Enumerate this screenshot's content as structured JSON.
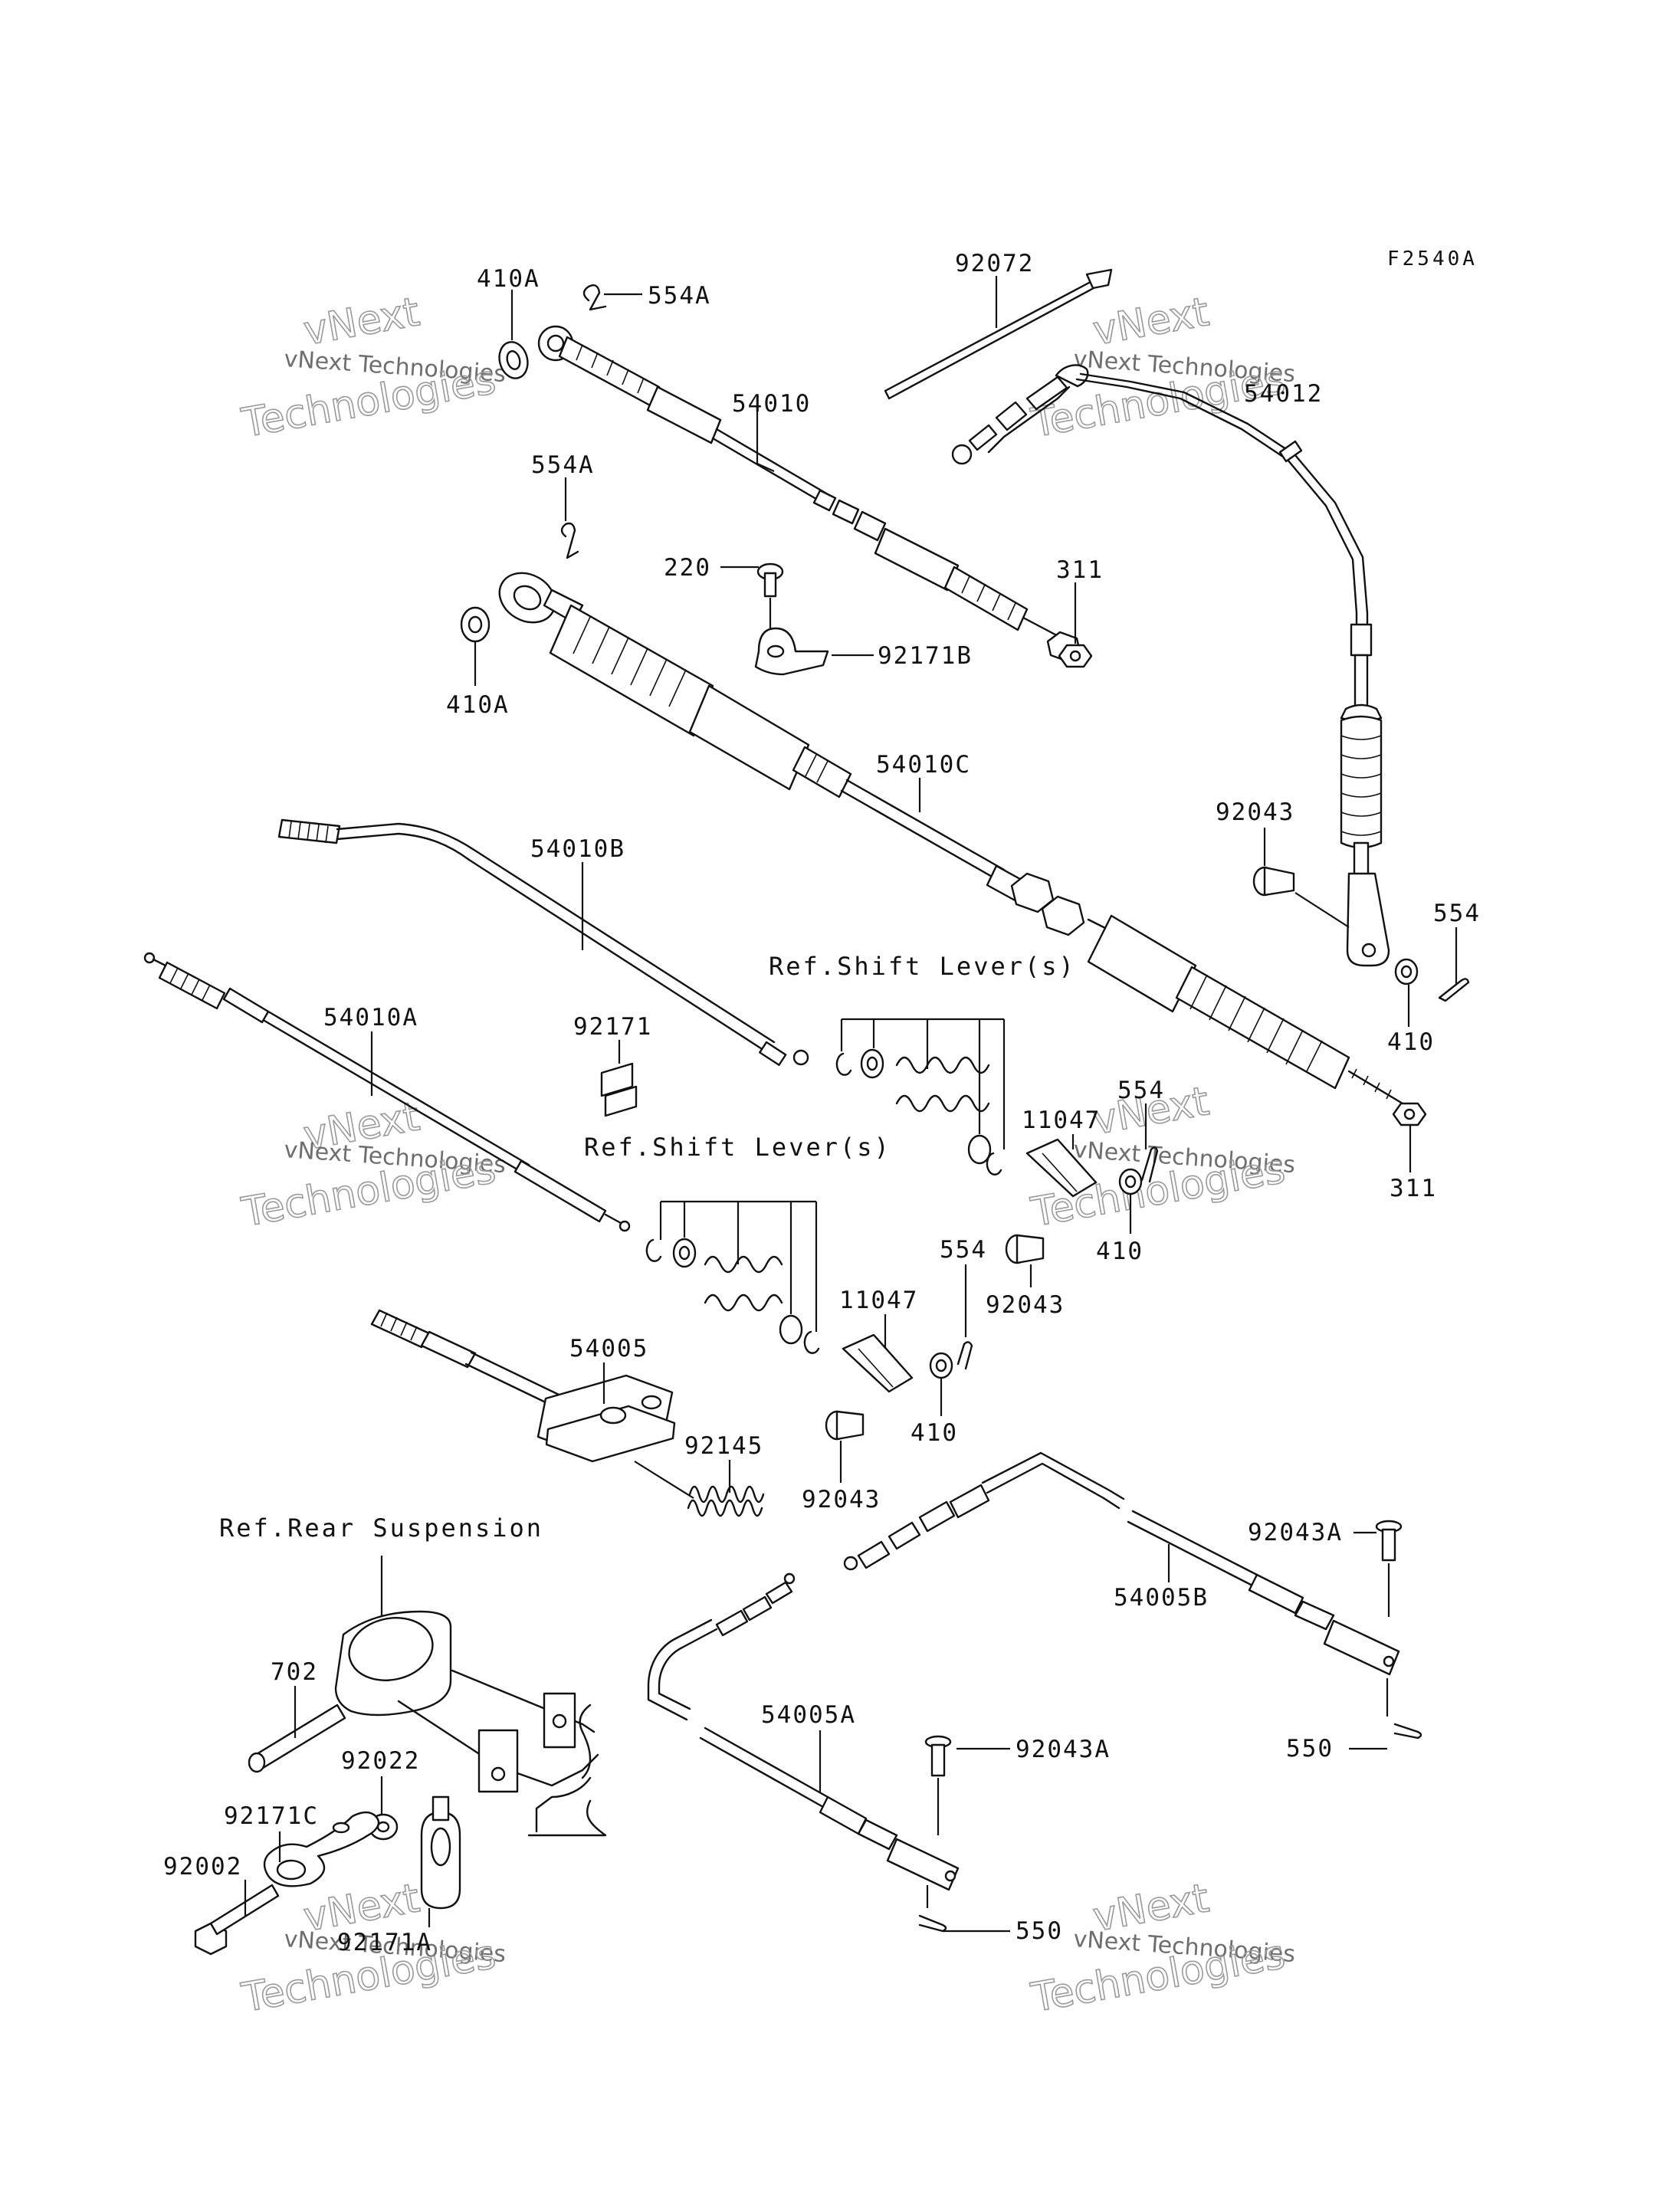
{
  "diagram_code": "F2540A",
  "watermark": {
    "line1": "vNext",
    "line2": "vNext Technologies",
    "line3": "Technologies"
  },
  "labels": {
    "p410A_top": "410A",
    "p554A_top": "554A",
    "p92072": "92072",
    "p54012": "54012",
    "p54010": "54010",
    "p554A_mid": "554A",
    "p220": "220",
    "p311_top": "311",
    "p92171B": "92171B",
    "p410A_mid": "410A",
    "p54010C": "54010C",
    "p92043_right": "92043",
    "p554_right": "554",
    "p54010B": "54010B",
    "p410_right": "410",
    "p92171": "92171",
    "p54010A": "54010A",
    "p311_bottom": "311",
    "p554_mid": "554",
    "p11047_upper": "11047",
    "p410_mid": "410",
    "p92043_mid": "92043",
    "p554_lower": "554",
    "p11047_lower": "11047",
    "p54005": "54005",
    "p410_lower": "410",
    "p92145": "92145",
    "p92043_lower": "92043",
    "p92043A_right": "92043A",
    "p54005B": "54005B",
    "p702": "702",
    "p92022": "92022",
    "p92171C": "92171C",
    "p92002": "92002",
    "p92171A": "92171A",
    "p550_right": "550",
    "p54005A": "54005A",
    "p92043A_lower": "92043A",
    "p550_lower": "550"
  },
  "references": {
    "shift_lever_upper": "Ref.Shift Lever(s)",
    "shift_lever_lower": "Ref.Shift Lever(s)",
    "rear_suspension": "Ref.Rear Suspension"
  }
}
